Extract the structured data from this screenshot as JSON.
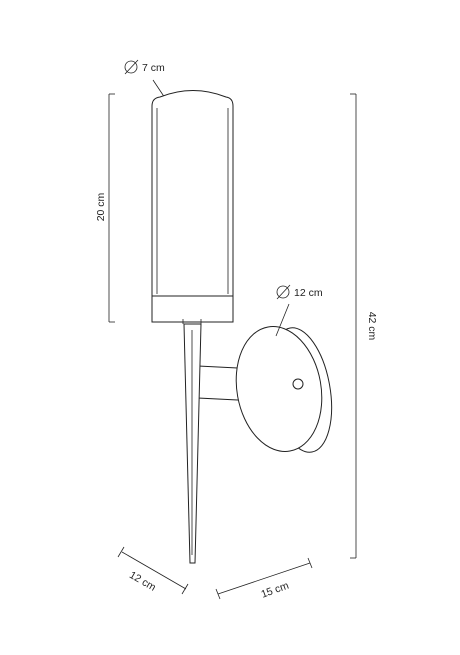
{
  "dimensions": {
    "shade_diameter": {
      "symbol": "⌀",
      "label": "7 cm"
    },
    "shade_height": {
      "label": "20 cm"
    },
    "total_height": {
      "label": "42 cm"
    },
    "plate_diameter": {
      "symbol": "⌀",
      "label": "12 cm"
    },
    "depth": {
      "label": "12 cm"
    },
    "width": {
      "label": "15 cm"
    }
  },
  "icons": {
    "diameter": "diameter-icon"
  },
  "colors": {
    "line": "#222222",
    "background": "#ffffff"
  }
}
